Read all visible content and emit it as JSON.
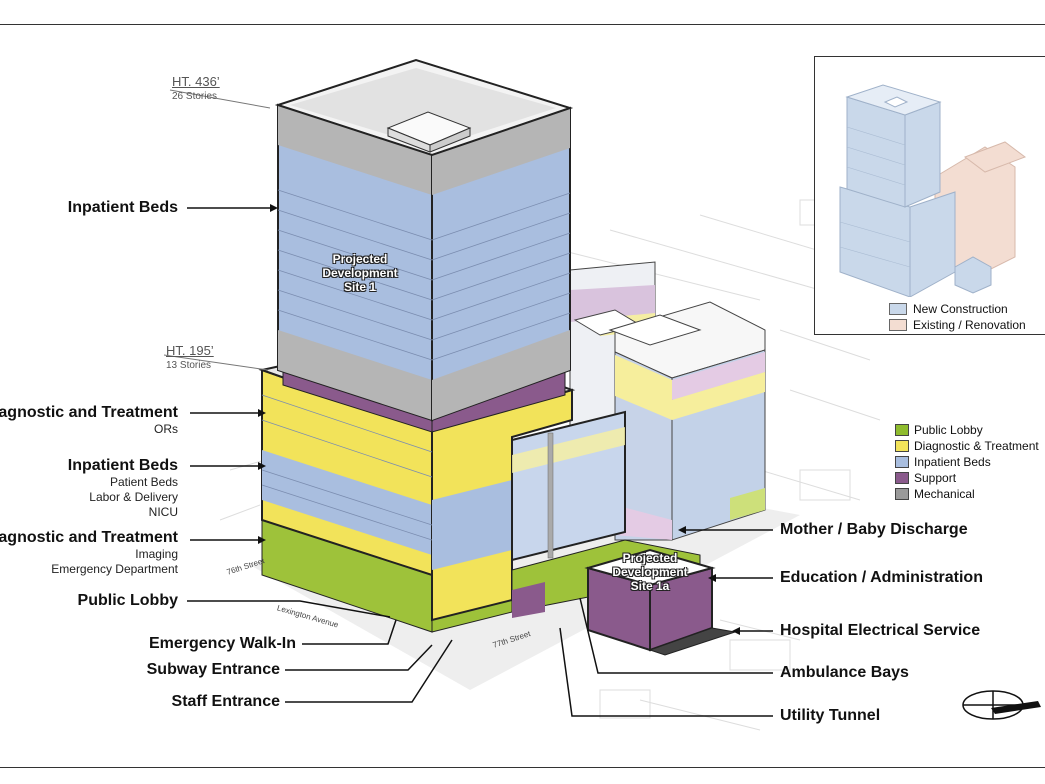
{
  "heights": {
    "tower": {
      "height": "HT. 436’",
      "stories": "26 Stories"
    },
    "podium": {
      "height": "HT. 195’",
      "stories": "13 Stories"
    }
  },
  "left_labels": [
    {
      "title": "Inpatient Beds",
      "sub": []
    },
    {
      "title": "Diagnostic and  Treatment",
      "sub": [
        "ORs"
      ]
    },
    {
      "title": "Inpatient Beds",
      "sub": [
        "Patient Beds",
        "Labor & Delivery",
        "NICU"
      ]
    },
    {
      "title": "Diagnostic and  Treatment",
      "sub": [
        "Imaging",
        "Emergency Department"
      ]
    },
    {
      "title": "Public Lobby",
      "sub": []
    },
    {
      "title": "Emergency Walk-In",
      "sub": []
    },
    {
      "title": "Subway Entrance",
      "sub": []
    },
    {
      "title": "Staff Entrance",
      "sub": []
    }
  ],
  "right_labels": {
    "mother_baby": "Mother / Baby Discharge",
    "education": "Education / Administration",
    "electrical": "Hospital Electrical Service",
    "ambulance": "Ambulance Bays",
    "utility": "Utility Tunnel"
  },
  "sites": {
    "site1": [
      "Projected",
      "Development",
      "Site 1"
    ],
    "site1a": [
      "Projected",
      "Development",
      "Site 1a"
    ]
  },
  "streets": {
    "s76": "76th Street",
    "lex": "Lexington Avenue",
    "s77": "77th Street"
  },
  "legend": [
    {
      "label": "Public Lobby",
      "color": "#8fbc2e"
    },
    {
      "label": "Diagnostic & Treatment",
      "color": "#f2e35a"
    },
    {
      "label": "Inpatient Beds",
      "color": "#a9bedf"
    },
    {
      "label": "Support",
      "color": "#8a5a8c"
    },
    {
      "label": "Mechanical",
      "color": "#9a9a9a"
    }
  ],
  "inset_legend": [
    {
      "label": "New Construction",
      "color": "#c9d8ea"
    },
    {
      "label": "Existing / Renovation",
      "color": "#f3ddd2"
    }
  ]
}
